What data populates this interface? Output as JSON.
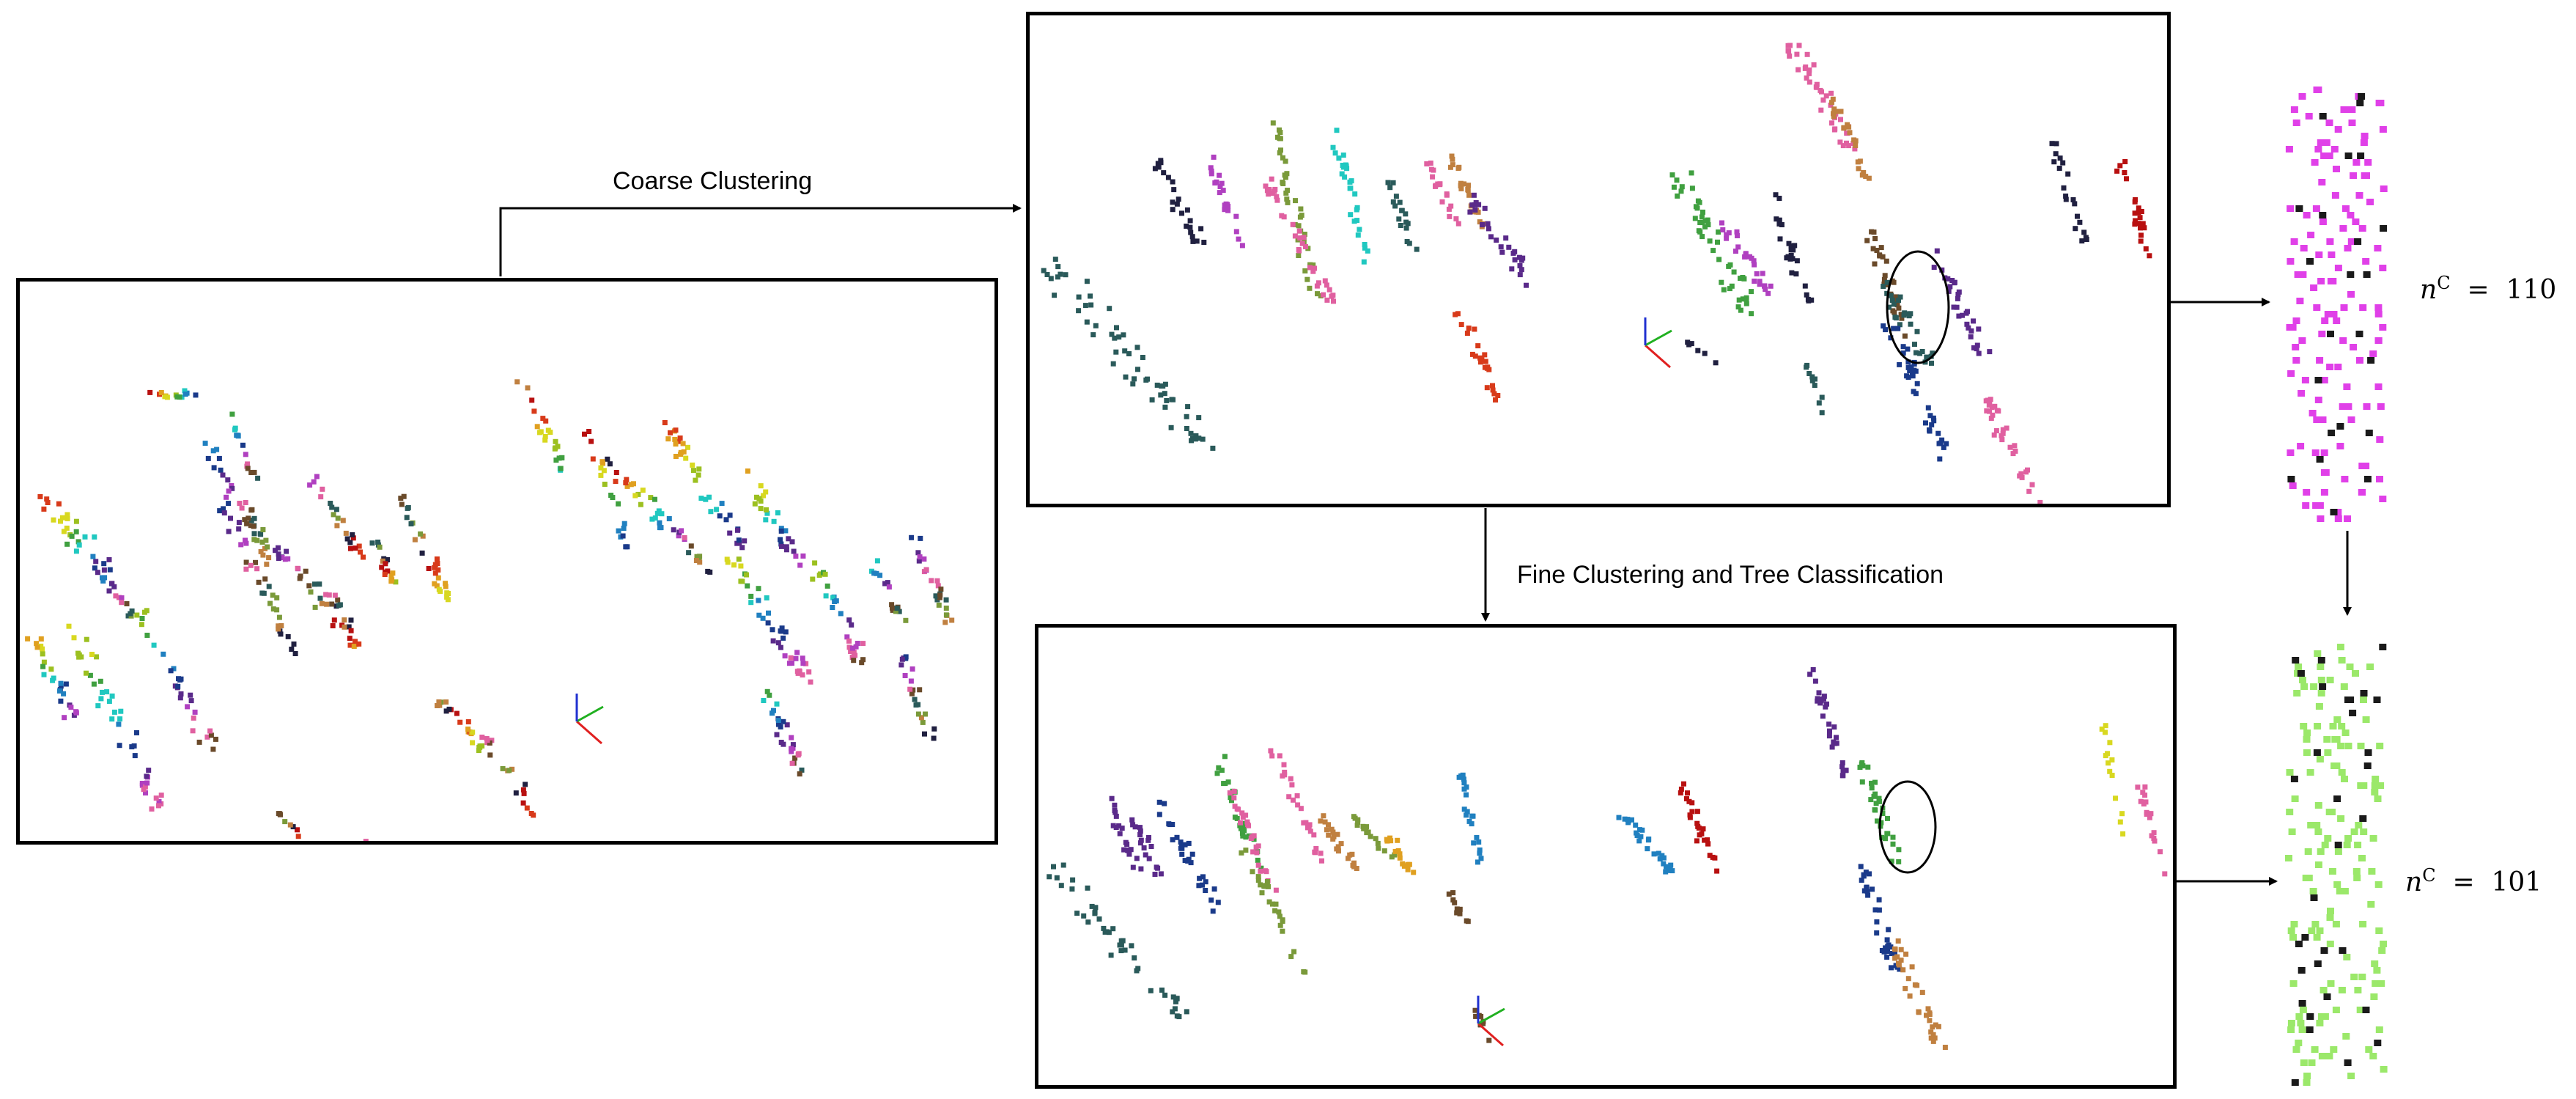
{
  "figure": {
    "coarse_label": "Coarse Clustering",
    "fine_label": "Fine Clustering and Tree Classification",
    "top_cluster": {
      "symbol": "n",
      "superscript": "C",
      "equals": "=",
      "value": "110",
      "color": "#e040e8"
    },
    "bottom_cluster": {
      "symbol": "n",
      "superscript": "C",
      "equals": "=",
      "value": "101",
      "color": "#9be86a"
    }
  },
  "panels": {
    "input": {
      "icon": "point-cloud-icon"
    },
    "coarse": {
      "icon": "point-cloud-icon"
    },
    "fine": {
      "icon": "point-cloud-icon"
    }
  },
  "axes_gizmo": {
    "x_color": "#e02020",
    "y_color": "#20b020",
    "z_color": "#2030d0"
  },
  "palette": [
    "#b81010",
    "#d83a1a",
    "#e0a020",
    "#d8d820",
    "#9cc020",
    "#40a040",
    "#20c8c0",
    "#2080c0",
    "#1a3a8a",
    "#5a2a8a",
    "#b040c0",
    "#e060a0",
    "#6a4a2a",
    "#2a5a5a",
    "#7a9a3a",
    "#c08040",
    "#202040"
  ]
}
